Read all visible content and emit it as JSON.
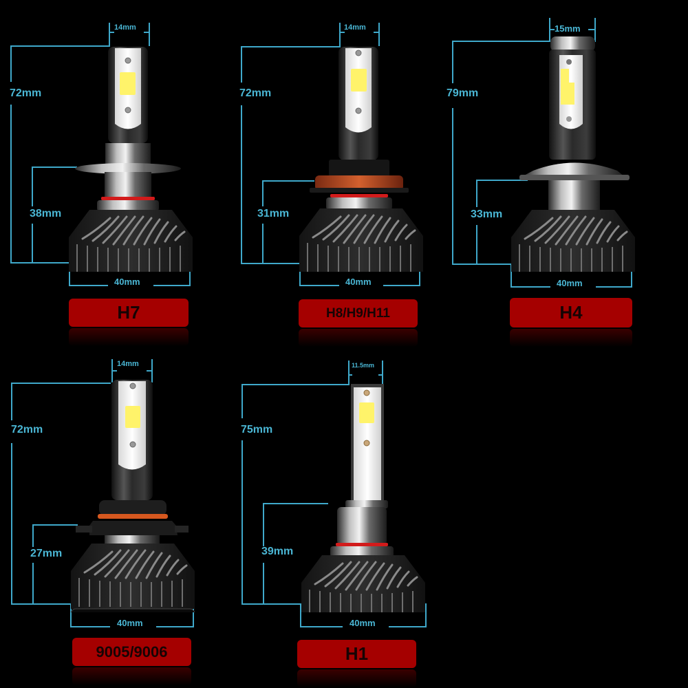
{
  "colors": {
    "background": "#000000",
    "dimension_line": "#3fa9cb",
    "dimension_text": "#4ab6d4",
    "label_bg": "#a50000",
    "label_text": "#160404",
    "led_chip": "#fff36a",
    "seal_ring": "#d21b1b"
  },
  "bulbs": [
    {
      "id": "h7",
      "label": "H7",
      "top_width": "14mm",
      "total_height": "72mm",
      "base_height": "38mm",
      "base_width": "40mm"
    },
    {
      "id": "h8-h9-h11",
      "label": "H8/H9/H11",
      "top_width": "14mm",
      "total_height": "72mm",
      "base_height": "31mm",
      "base_width": "40mm"
    },
    {
      "id": "h4",
      "label": "H4",
      "top_width": "15mm",
      "total_height": "79mm",
      "base_height": "33mm",
      "base_width": "40mm"
    },
    {
      "id": "9005-9006",
      "label": "9005/9006",
      "top_width": "14mm",
      "total_height": "72mm",
      "base_height": "27mm",
      "base_width": "40mm"
    },
    {
      "id": "h1",
      "label": "H1",
      "top_width": "11.5mm",
      "total_height": "75mm",
      "base_height": "39mm",
      "base_width": "40mm"
    }
  ]
}
